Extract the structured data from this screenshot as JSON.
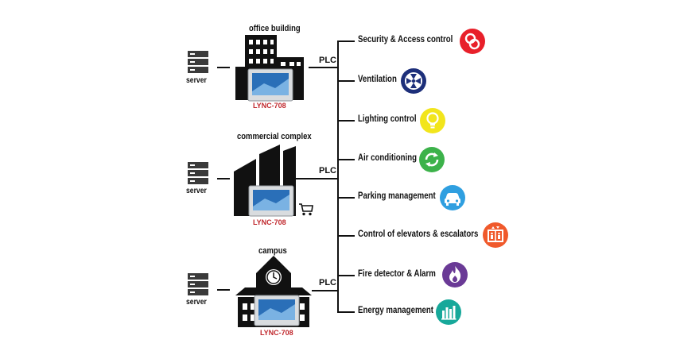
{
  "sites": [
    {
      "title": "office building",
      "server_label": "server",
      "model": "LYNC-708",
      "controller_label": "PLC"
    },
    {
      "title": "commercial complex",
      "server_label": "server",
      "model": "LYNC-708",
      "controller_label": "PLC"
    },
    {
      "title": "campus",
      "server_label": "server",
      "model": "LYNC-708",
      "controller_label": "PLC"
    }
  ],
  "systems": [
    {
      "label": "Security & Access control",
      "icon": "access-control-icon",
      "color": "#e8202a"
    },
    {
      "label": "Ventilation",
      "icon": "fan-icon",
      "color": "#1d2f7a"
    },
    {
      "label": "Lighting control",
      "icon": "lightbulb-icon",
      "color": "#f2e51c"
    },
    {
      "label": "Air conditioning",
      "icon": "recycle-arrows-icon",
      "color": "#3cb24a"
    },
    {
      "label": "Parking management",
      "icon": "car-icon",
      "color": "#2f9fe0"
    },
    {
      "label": "Control of elevators & escalators",
      "icon": "elevator-icon",
      "color": "#f0592b"
    },
    {
      "label": "Fire detector & Alarm",
      "icon": "flame-icon",
      "color": "#6a3a96"
    },
    {
      "label": "Energy management",
      "icon": "bar-chart-icon",
      "color": "#17a89a"
    }
  ]
}
